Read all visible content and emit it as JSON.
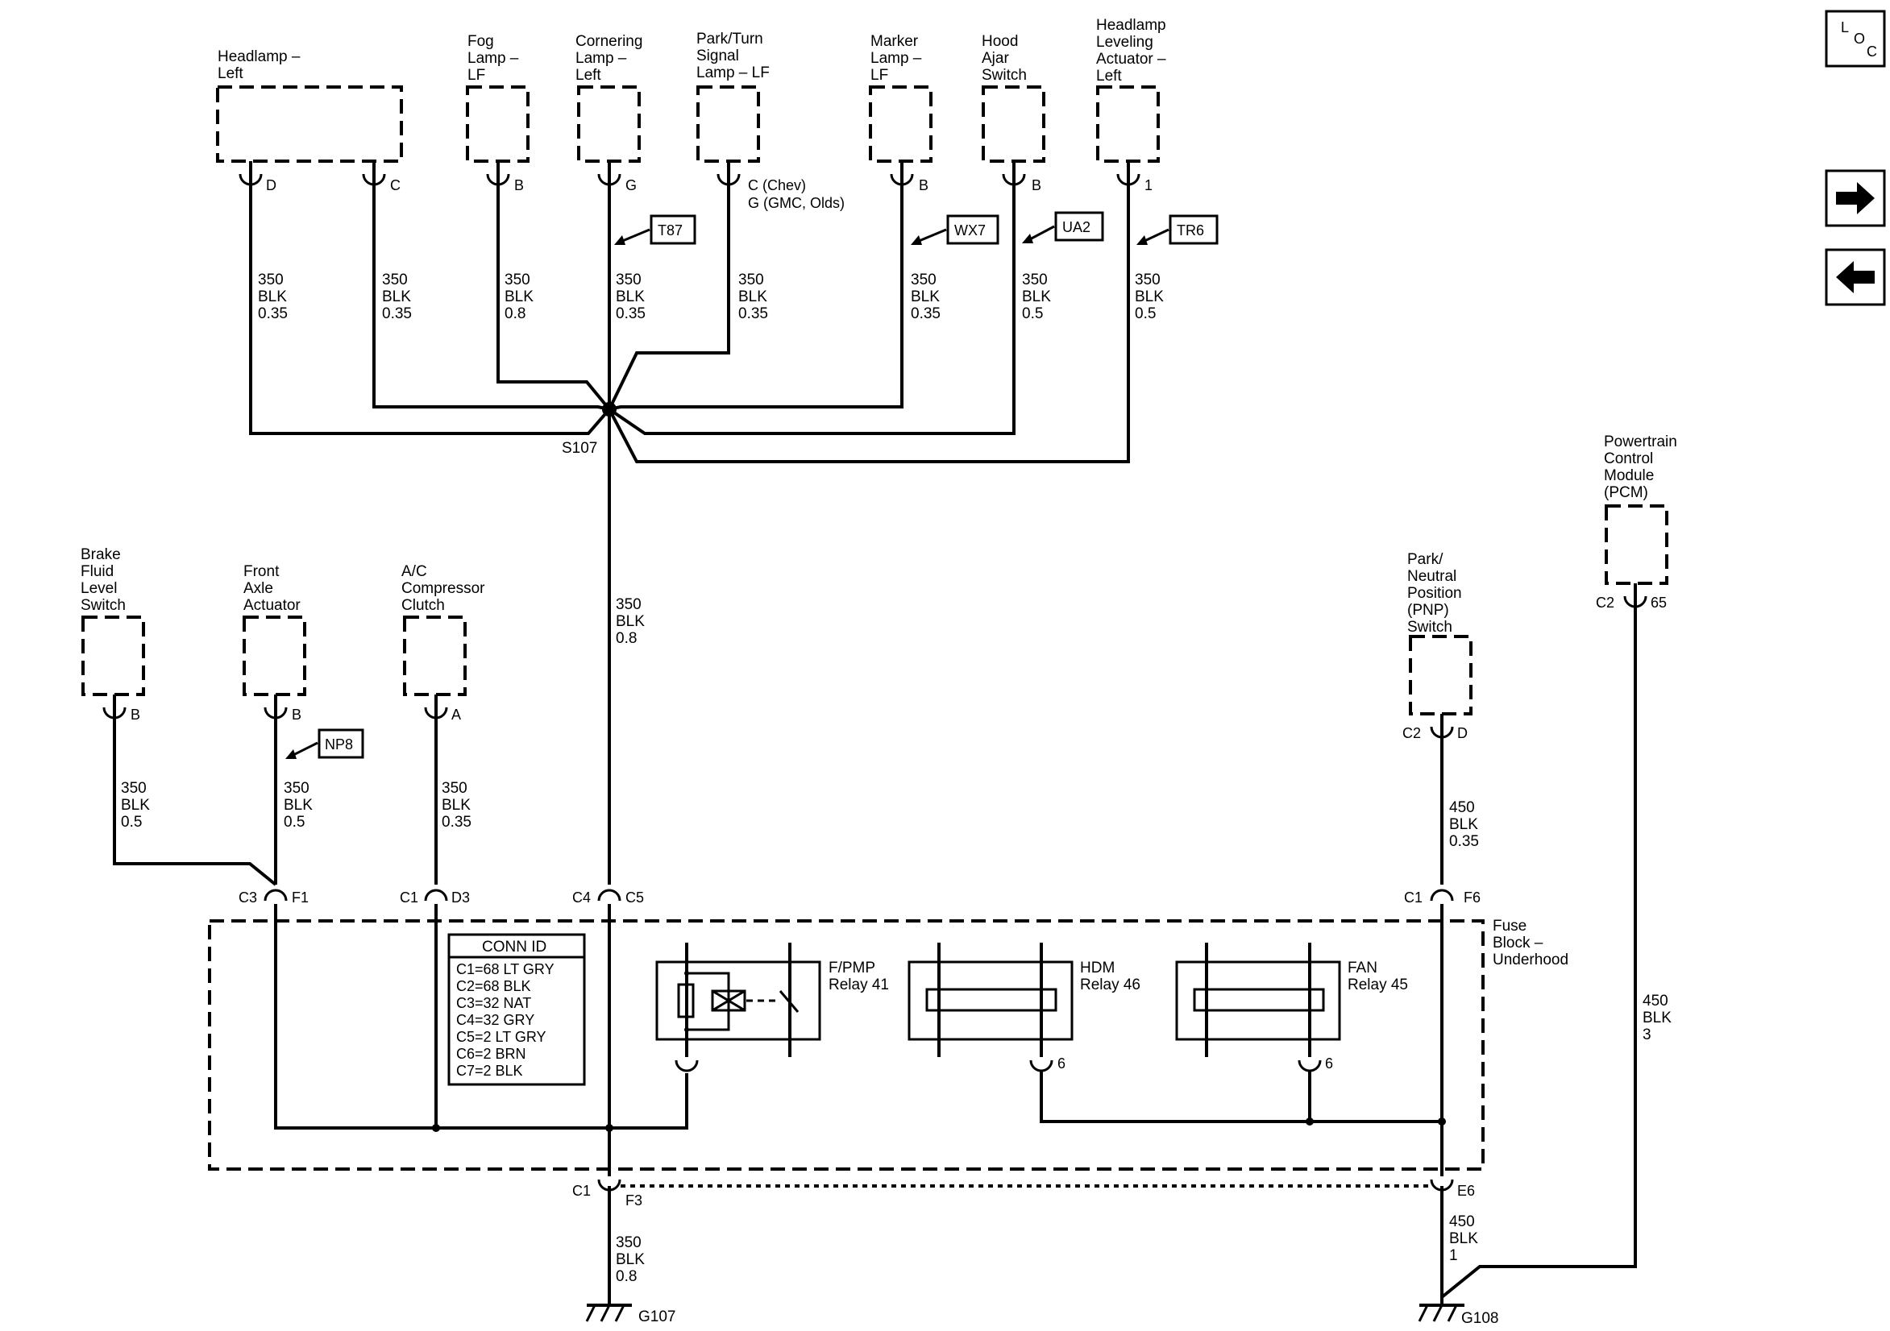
{
  "components": {
    "headlamp_left": [
      "Headlamp –",
      "Left"
    ],
    "fog_lamp": [
      "Fog",
      "Lamp –",
      "LF"
    ],
    "cornering_lamp": [
      "Cornering",
      "Lamp –",
      "Left"
    ],
    "park_turn": [
      "Park/Turn",
      "Signal",
      "Lamp – LF"
    ],
    "marker_lamp": [
      "Marker",
      "Lamp –",
      "LF"
    ],
    "hood_ajar": [
      "Hood",
      "Ajar",
      "Switch"
    ],
    "headlamp_leveling": [
      "Headlamp",
      "Leveling",
      "Actuator –",
      "Left"
    ],
    "brake_fluid": [
      "Brake",
      "Fluid",
      "Level",
      "Switch"
    ],
    "front_axle": [
      "Front",
      "Axle",
      "Actuator"
    ],
    "ac_clutch": [
      "A/C",
      "Compressor",
      "Clutch"
    ],
    "pnp_switch": [
      "Park/",
      "Neutral",
      "Position",
      "(PNP)",
      "Switch"
    ],
    "pcm": [
      "Powertrain",
      "Control",
      "Module",
      "(PCM)"
    ],
    "fuse_block": [
      "Fuse",
      "Block –",
      "Underhood"
    ],
    "fpmp_relay": [
      "F/PMP",
      "Relay 41"
    ],
    "hdm_relay": [
      "HDM",
      "Relay 46"
    ],
    "fan_relay": [
      "FAN",
      "Relay 45"
    ]
  },
  "pins": {
    "hl_d": "D",
    "hl_c": "C",
    "fog_b": "B",
    "corn_g": "G",
    "park_c": "C (Chev)",
    "park_g": "G (GMC, Olds)",
    "marker_b": "B",
    "hood_b": "B",
    "level_1": "1",
    "brake_b": "B",
    "axle_b": "B",
    "ac_a": "A",
    "pnp_c2": "C2",
    "pnp_d": "D",
    "pcm_c2": "C2",
    "pcm_65": "65",
    "c3": "C3",
    "f1": "F1",
    "c1a": "C1",
    "d3": "D3",
    "c4": "C4",
    "c5": "C5",
    "c1b": "C1",
    "f6": "F6",
    "c1c": "C1",
    "f3": "F3",
    "e6": "E6",
    "hdm_6": "6",
    "fan_6": "6"
  },
  "wires": {
    "hl_d": [
      "350",
      "BLK",
      "0.35"
    ],
    "hl_c": [
      "350",
      "BLK",
      "0.35"
    ],
    "fog": [
      "350",
      "BLK",
      "0.8"
    ],
    "corn": [
      "350",
      "BLK",
      "0.35"
    ],
    "park": [
      "350",
      "BLK",
      "0.35"
    ],
    "marker": [
      "350",
      "BLK",
      "0.35"
    ],
    "hood": [
      "350",
      "BLK",
      "0.5"
    ],
    "level": [
      "350",
      "BLK",
      "0.5"
    ],
    "main": [
      "350",
      "BLK",
      "0.8"
    ],
    "brake": [
      "350",
      "BLK",
      "0.5"
    ],
    "axle": [
      "350",
      "BLK",
      "0.5"
    ],
    "ac": [
      "350",
      "BLK",
      "0.35"
    ],
    "pnp": [
      "450",
      "BLK",
      "0.35"
    ],
    "pcm": [
      "450",
      "BLK",
      "3"
    ],
    "g107": [
      "350",
      "BLK",
      "0.8"
    ],
    "g108": [
      "450",
      "BLK",
      "1"
    ]
  },
  "options": {
    "t87": "T87",
    "wx7": "WX7",
    "ua2": "UA2",
    "tr6": "TR6",
    "np8": "NP8"
  },
  "splice": "S107",
  "grounds": {
    "g107": "G107",
    "g108": "G108"
  },
  "conn_id": {
    "title": "CONN ID",
    "rows": [
      "C1=68 LT GRY",
      "C2=68 BLK",
      "C3=32 NAT",
      "C4=32 GRY",
      "C5=2 LT GRY",
      "C6=2 BRN",
      "C7=2 BLK"
    ]
  },
  "loc": {
    "l": "L",
    "o": "O",
    "c": "C"
  }
}
